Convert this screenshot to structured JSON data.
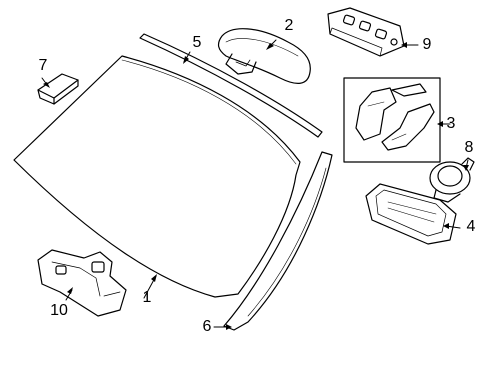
{
  "diagram": {
    "callouts": {
      "c1": "1",
      "c2": "2",
      "c3": "3",
      "c4": "4",
      "c5": "5",
      "c6": "6",
      "c7": "7",
      "c8": "8",
      "c9": "9",
      "c10": "10"
    },
    "stroke_color": "#000000",
    "background_color": "#ffffff"
  }
}
